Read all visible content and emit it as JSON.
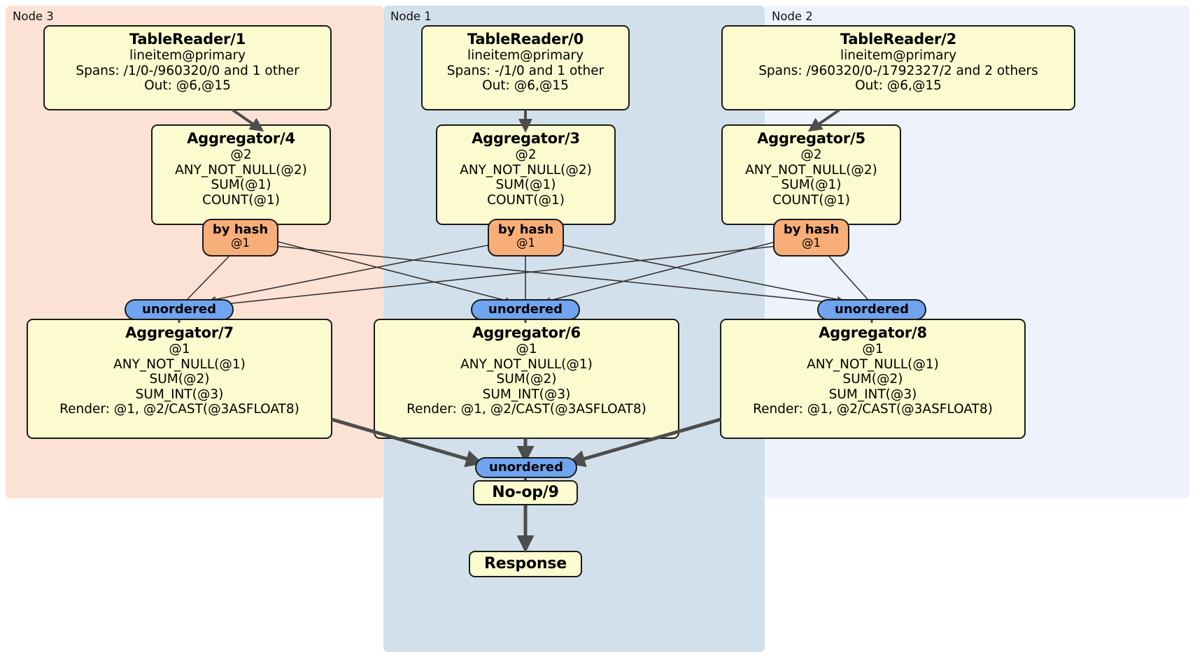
{
  "diagram": {
    "type": "distributed-query-plan",
    "colors": {
      "node3_panel": "#fce2d4",
      "node1_panel": "#d2e0eb",
      "node2_panel": "#eef2fb",
      "processor_box": "#fbfbcf",
      "hash_router": "#f7ae79",
      "unordered_router": "#6fa4ef",
      "edge": "#4d4d4d",
      "border": "#1a1a1a"
    }
  },
  "panels": [
    {
      "id": "node3",
      "label": "Node 3"
    },
    {
      "id": "node1",
      "label": "Node 1"
    },
    {
      "id": "node2",
      "label": "Node 2"
    }
  ],
  "processors": {
    "table_reader_1": {
      "title": "TableReader/1",
      "lines": [
        "lineitem@primary",
        "Spans: /1/0-/960320/0 and 1 other",
        "Out: @6,@15"
      ]
    },
    "table_reader_0": {
      "title": "TableReader/0",
      "lines": [
        "lineitem@primary",
        "Spans: -/1/0 and 1 other",
        "Out: @6,@15"
      ]
    },
    "table_reader_2": {
      "title": "TableReader/2",
      "lines": [
        "lineitem@primary",
        "Spans: /960320/0-/1792327/2 and 2 others",
        "Out: @6,@15"
      ]
    },
    "aggregator_4": {
      "title": "Aggregator/4",
      "lines": [
        "@2",
        "ANY_NOT_NULL(@2)",
        "SUM(@1)",
        "COUNT(@1)"
      ]
    },
    "aggregator_3": {
      "title": "Aggregator/3",
      "lines": [
        "@2",
        "ANY_NOT_NULL(@2)",
        "SUM(@1)",
        "COUNT(@1)"
      ]
    },
    "aggregator_5": {
      "title": "Aggregator/5",
      "lines": [
        "@2",
        "ANY_NOT_NULL(@2)",
        "SUM(@1)",
        "COUNT(@1)"
      ]
    },
    "aggregator_7": {
      "title": "Aggregator/7",
      "lines": [
        "@1",
        "ANY_NOT_NULL(@1)",
        "SUM(@2)",
        "SUM_INT(@3)",
        "Render: @1, @2/CAST(@3ASFLOAT8)"
      ]
    },
    "aggregator_6": {
      "title": "Aggregator/6",
      "lines": [
        "@1",
        "ANY_NOT_NULL(@1)",
        "SUM(@2)",
        "SUM_INT(@3)",
        "Render: @1, @2/CAST(@3ASFLOAT8)"
      ]
    },
    "aggregator_8": {
      "title": "Aggregator/8",
      "lines": [
        "@1",
        "ANY_NOT_NULL(@1)",
        "SUM(@2)",
        "SUM_INT(@3)",
        "Render: @1, @2/CAST(@3ASFLOAT8)"
      ]
    },
    "noop_9": {
      "title": "No-op/9",
      "lines": []
    },
    "response": {
      "title": "Response",
      "lines": []
    }
  },
  "routers": {
    "hash_left": {
      "label": "by hash",
      "column": "@1"
    },
    "hash_mid": {
      "label": "by hash",
      "column": "@1"
    },
    "hash_right": {
      "label": "by hash",
      "column": "@1"
    },
    "unordered_left": {
      "label": "unordered"
    },
    "unordered_mid": {
      "label": "unordered"
    },
    "unordered_right": {
      "label": "unordered"
    },
    "unordered_final": {
      "label": "unordered"
    }
  }
}
